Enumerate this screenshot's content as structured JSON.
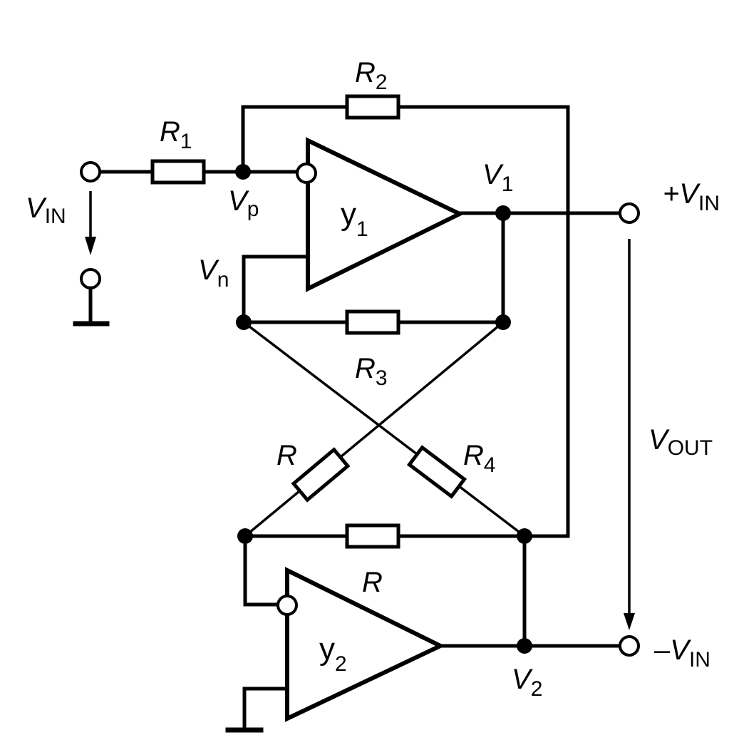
{
  "labels": {
    "r1": {
      "main": "R",
      "sub": "1"
    },
    "r2": {
      "main": "R",
      "sub": "2"
    },
    "r3": {
      "main": "R",
      "sub": "3"
    },
    "r4": {
      "main": "R",
      "sub": "4"
    },
    "r_left": {
      "main": "R"
    },
    "r_bottom": {
      "main": "R"
    },
    "vin": {
      "main": "V",
      "sub": "IN"
    },
    "vp": {
      "main": "V",
      "sub": "p"
    },
    "vn": {
      "main": "V",
      "sub": "n"
    },
    "v1": {
      "main": "V",
      "sub": "1"
    },
    "v2": {
      "main": "V",
      "sub": "2"
    },
    "plus_vin": {
      "prefix": "+V",
      "sub": "IN"
    },
    "minus_vin": {
      "prefix": "–V",
      "sub": "IN"
    },
    "vout": {
      "main": "V",
      "sub": "OUT"
    },
    "y1": {
      "main": "y",
      "sub": "1"
    },
    "y2": {
      "main": "y",
      "sub": "2"
    }
  }
}
